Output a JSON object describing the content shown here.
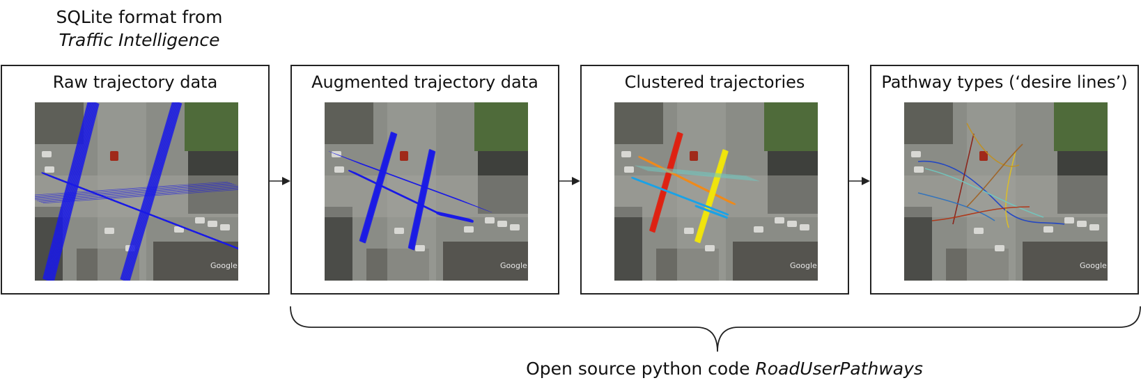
{
  "source": {
    "line1": "SQLite format from",
    "line2": "Traffic Intelligence"
  },
  "panels": [
    {
      "title": "Raw trajectory data",
      "overlay": "raw"
    },
    {
      "title": "Augmented trajectory data",
      "overlay": "augmented"
    },
    {
      "title": "Clustered trajectories",
      "overlay": "clustered"
    },
    {
      "title": "Pathway types (‘desire lines’)",
      "overlay": "pathways"
    }
  ],
  "footer": {
    "prefix": "Open source python code ",
    "name": "RoadUserPathways"
  },
  "colors": {
    "raw": "#1a1ae6",
    "clustered": [
      "#e02010",
      "#f08a1a",
      "#f2e60a",
      "#1aa3e8",
      "#70c8c0"
    ],
    "border": "#222222"
  },
  "image_watermark": "Google"
}
